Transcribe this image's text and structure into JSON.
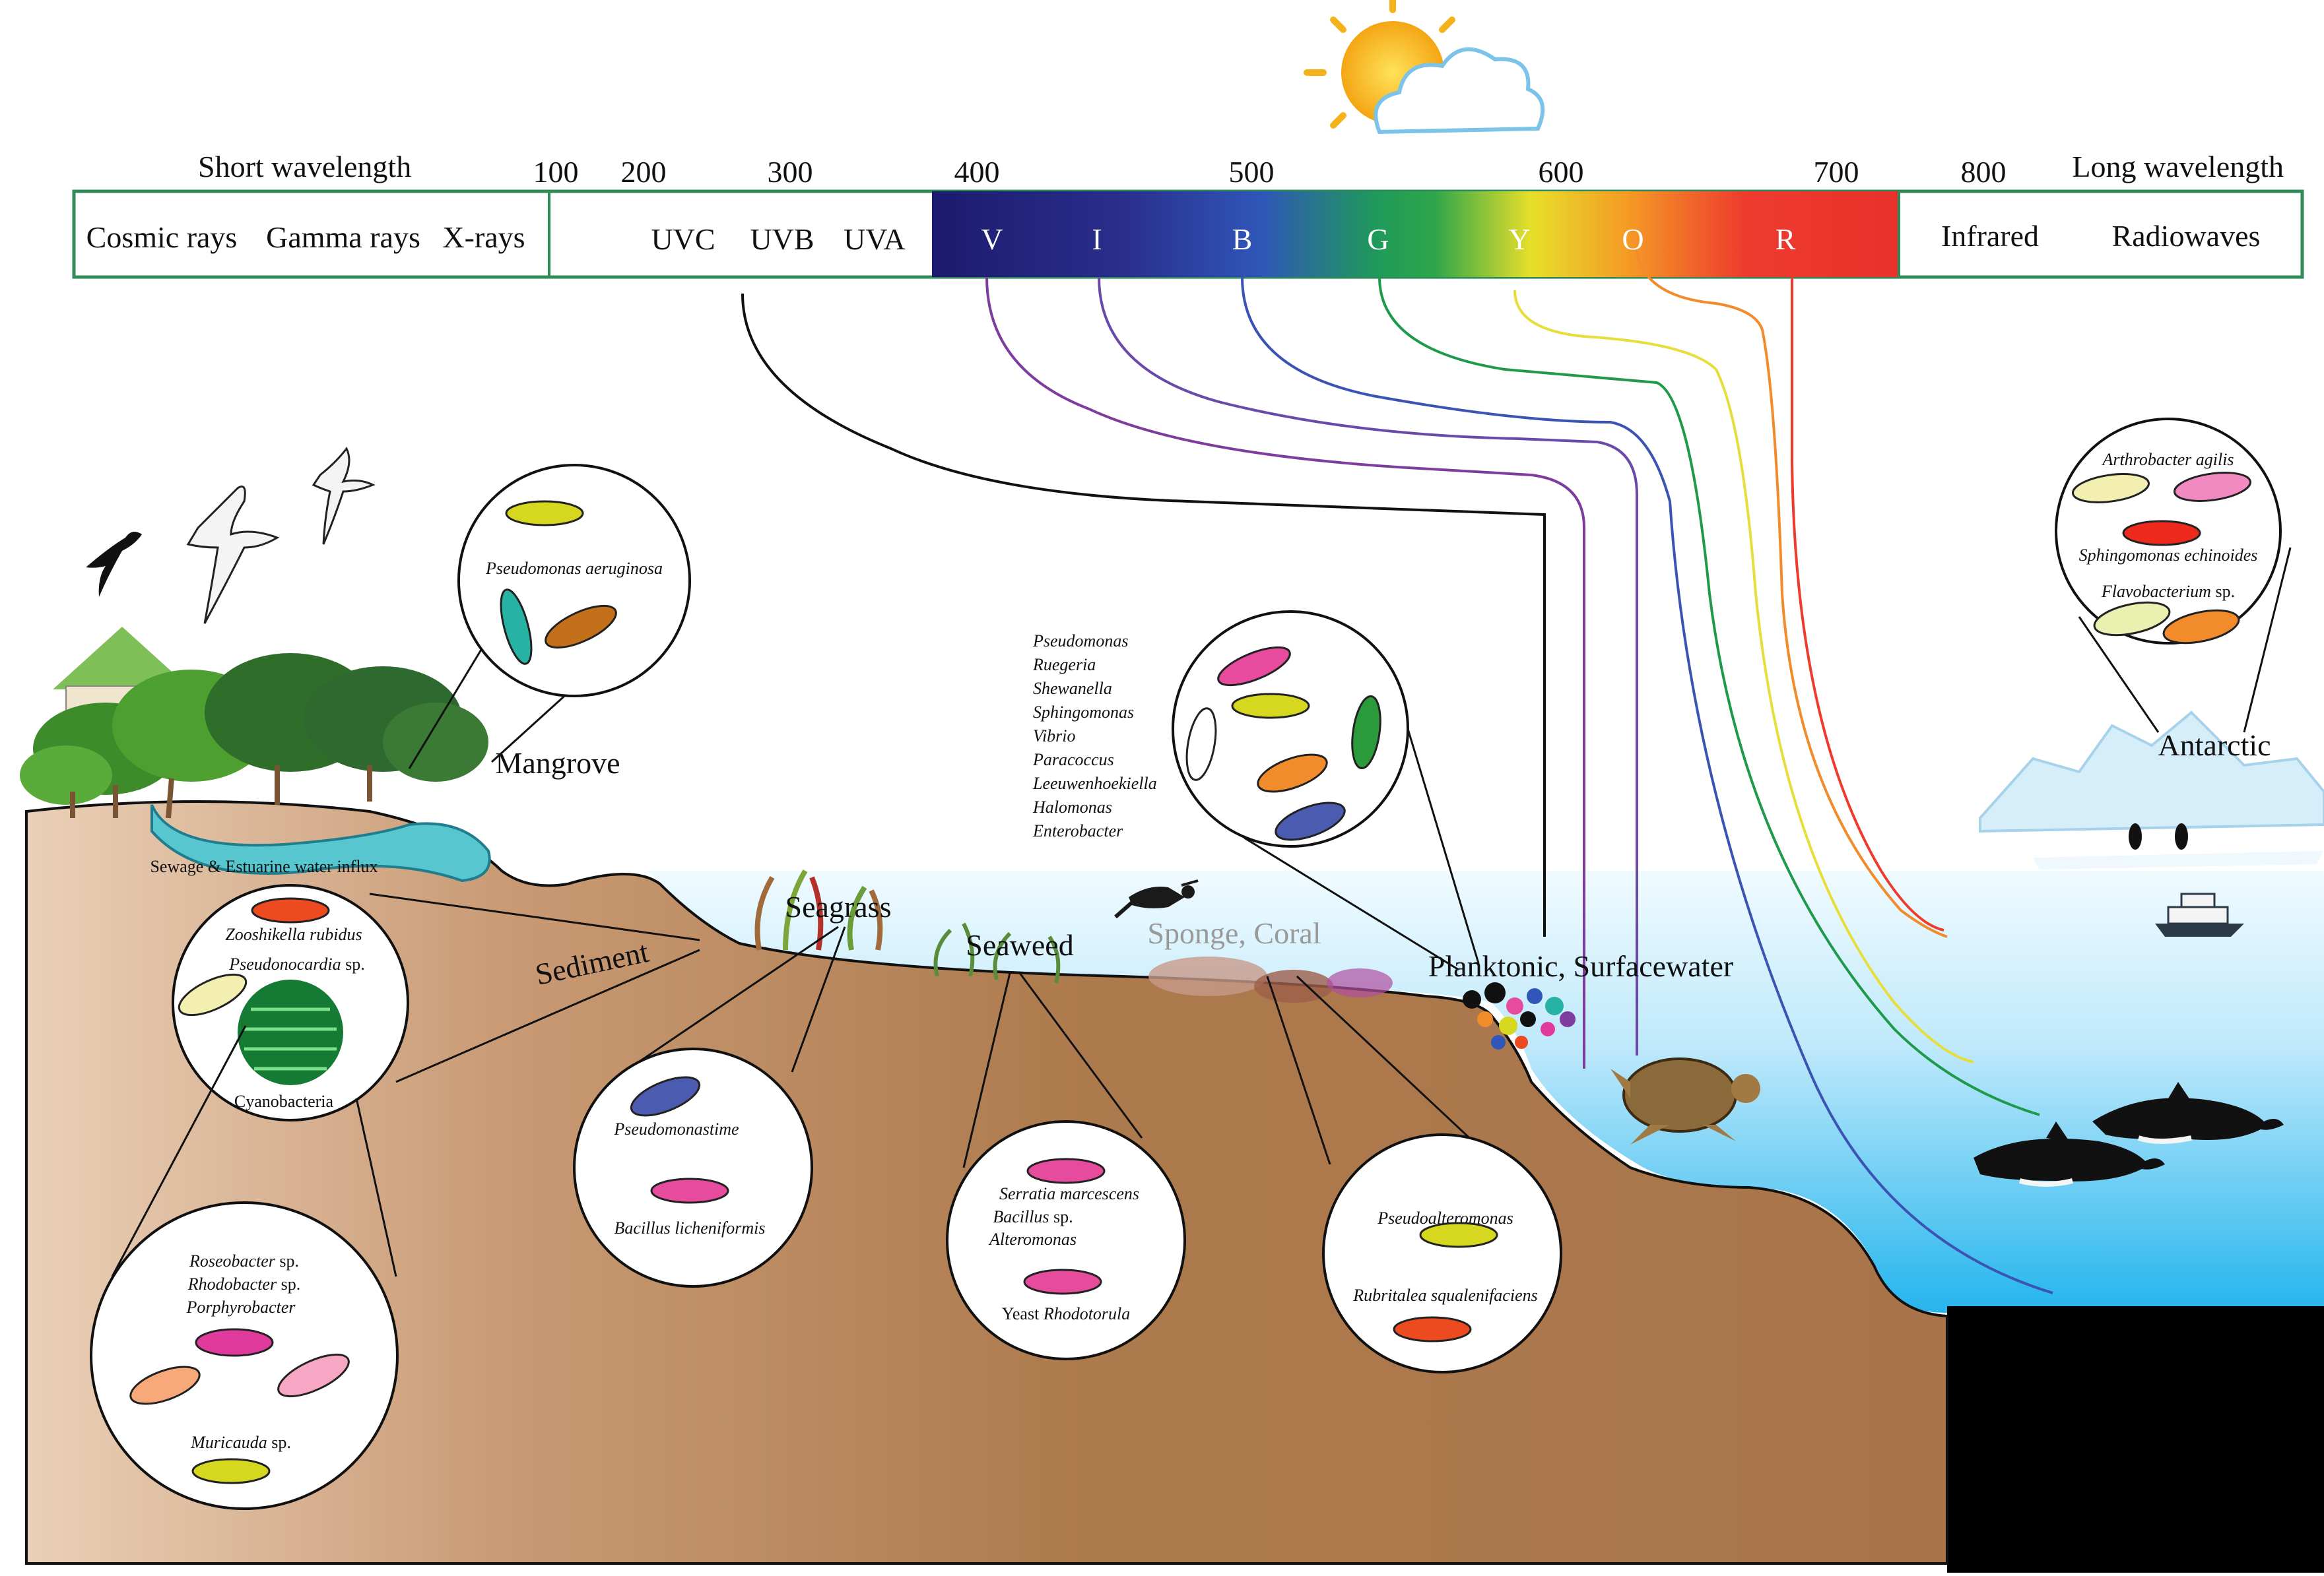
{
  "colors": {
    "box_border": "#2e8b57",
    "sediment": "#a9744a",
    "sediment_light": "#e8c6a8",
    "water_top": "#cdeefc",
    "water_deep": "#00a4e4",
    "abyss": "#000000"
  },
  "spectrum": {
    "short_label": "Short wavelength",
    "long_label": "Long wavelength",
    "ticks": [
      "100",
      "200",
      "300",
      "400",
      "500",
      "600",
      "700",
      "800"
    ],
    "left_labels": [
      "Cosmic rays",
      "Gamma rays",
      "X-rays"
    ],
    "uv_labels": [
      "UVC",
      "UVB",
      "UVA"
    ],
    "visible_labels": [
      "V",
      "I",
      "B",
      "G",
      "Y",
      "O",
      "R"
    ],
    "right_labels": [
      "Infrared",
      "Radiowaves"
    ],
    "ray_colors": [
      "#111111",
      "#7e3d9e",
      "#6a4aa8",
      "#3b54b3",
      "#1f9a4b",
      "#e7dd3c",
      "#f28b2b",
      "#ee3b2e"
    ]
  },
  "habitats": {
    "mangrove": "Mangrove",
    "sewage": "Sewage & Estuarine water influx",
    "sediment": "Sediment",
    "seagrass": "Seagrass",
    "seaweed": "Seaweed",
    "sponge_coral": "Sponge, Coral",
    "planktonic": "Planktonic, Surfacewater",
    "antarctic": "Antarctic"
  },
  "icons": [
    "sun-icon",
    "cloud-icon",
    "frigatebird-icon",
    "gannet-icon",
    "house-icon",
    "mangrove-tree-icon",
    "diver-icon",
    "turtle-icon",
    "dolphin-icon",
    "iceberg-icon",
    "penguin-icon",
    "ship-icon",
    "seagrass-icon",
    "cyanobacteria-icon"
  ],
  "bubbles": {
    "mangrove": {
      "species": "Pseudomonas aeruginosa"
    },
    "sediment_top": {
      "species_1": "Zooshikella rubidus",
      "species_2_name": "Pseudonocardia",
      "species_2_suffix": " sp.",
      "label": "Cyanobacteria"
    },
    "sediment_bottom": {
      "roseo_name": "Roseobacter",
      "roseo_suffix": " sp.",
      "rhodo_name": "Rhodobacter",
      "rhodo_suffix": " sp.",
      "porph": "Porphyrobacter",
      "muri_name": "Muricauda",
      "muri_suffix": " sp."
    },
    "seagrass": {
      "species_1": "Pseudomonastime",
      "species_2": "Bacillus licheniformis"
    },
    "seaweed": {
      "species_1": "Serratia marcescens",
      "species_2_name": "Bacillus",
      "species_2_suffix": " sp.",
      "species_3": "Alteromonas",
      "yeast_prefix": "Yeast ",
      "yeast_name": "Rhodotorula"
    },
    "sponge": {
      "species_1": "Pseudoalteromonas",
      "species_2": "Rubritalea squalenifaciens"
    },
    "planktonic": {
      "genera": [
        "Pseudomonas",
        "Ruegeria",
        "Shewanella",
        "Sphingomonas",
        "Vibrio",
        "Paracoccus",
        "Leeuwenhoekiella",
        "Halomonas",
        "Enterobacter"
      ]
    },
    "antarctic": {
      "species_1": "Arthrobacter agilis",
      "species_2": "Sphingomonas echinoides",
      "species_3_name": "Flavobacterium",
      "species_3_suffix": " sp."
    }
  }
}
